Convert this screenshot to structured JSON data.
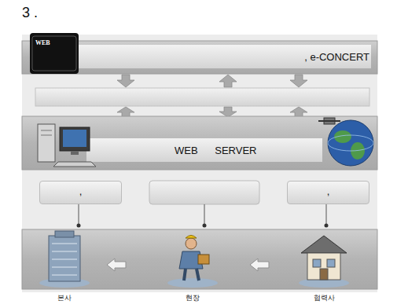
{
  "diagram": {
    "title": "3 .",
    "nodes": [
      {
        "text": [
          ", e-CONCERT"
        ]
      },
      {
        "text": [
          "WEB SERVER"
        ]
      },
      {
        "text": [
          ","
        ]
      },
      {
        "text": [
          ","
        ]
      }
    ],
    "labels": [
      "WEB",
      "본사",
      "현장",
      "협력사"
    ]
  }
}
